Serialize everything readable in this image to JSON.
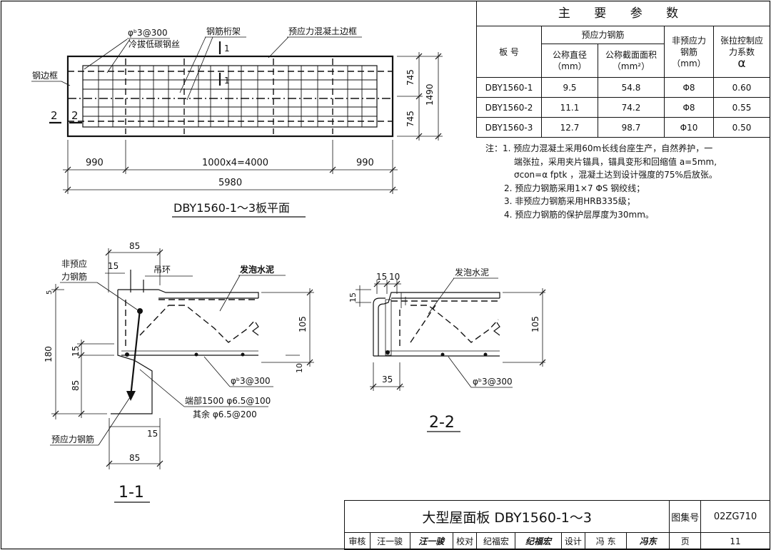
{
  "plan": {
    "title": "DBY1560-1～3板平面",
    "labels": {
      "wire_spacing": "φᵇ3@300",
      "cold_wire": "冷拔低碳钢丝",
      "truss": "钢筋桁架",
      "edge_frame": "预应力混凝土边框",
      "steel_frame": "钢边框",
      "sec1": "1",
      "sec2": "2"
    },
    "dims": {
      "left": "990",
      "middle": "1000x4=4000",
      "right": "990",
      "total": "5980",
      "half_top": "745",
      "half_bottom": "745",
      "width": "1490"
    }
  },
  "section1": {
    "title": "1-1",
    "labels": {
      "non_prestressed": "非预应力钢筋",
      "hanging_ring": "吊环",
      "foam_cement": "发泡水泥",
      "wire_spacing": "φᵇ3@300",
      "stirrup_end": "端部1500 φ6.5@100",
      "stirrup_rest": "其余 φ6.5@200",
      "prestressed": "预应力钢筋"
    },
    "dims": {
      "top_width": "85",
      "top_15": "15",
      "top_5": "5",
      "height_180": "180",
      "d15": "15",
      "d85": "85",
      "h105": "105",
      "d10": "10",
      "bottom_15": "15",
      "bottom_85": "85"
    }
  },
  "section2": {
    "title": "2-2",
    "labels": {
      "foam_cement": "发泡水泥",
      "wire_spacing": "φᵇ3@300"
    },
    "dims": {
      "d15a": "15",
      "d10": "10",
      "d15": "15",
      "h105": "105",
      "d35": "35"
    }
  },
  "table": {
    "title": "主 要 参 数",
    "col_board": "板 号",
    "col_prestressed": "预应力钢筋",
    "col_diameter": "公称直径",
    "col_diameter_unit": "（mm）",
    "col_area": "公称截面面积",
    "col_area_unit": "（mm²）",
    "col_non_pre": "非预应力钢筋",
    "col_non_pre_unit": "（mm）",
    "col_coef": "张拉控制应力系数",
    "col_coef_sym": "α",
    "rows": [
      {
        "board": "DBY1560-1",
        "diameter": "9.5",
        "area": "54.8",
        "non_pre": "Φ8",
        "alpha": "0.60"
      },
      {
        "board": "DBY1560-2",
        "diameter": "11.1",
        "area": "74.2",
        "non_pre": "Φ8",
        "alpha": "0.55"
      },
      {
        "board": "DBY1560-3",
        "diameter": "12.7",
        "area": "98.7",
        "non_pre": "Φ10",
        "alpha": "0.50"
      }
    ]
  },
  "notes": {
    "label": "注：",
    "n1a": "1. 预应力混凝土采用60m长线台座生产，自然养护，一",
    "n1b": "端张拉，采用夹片锚具，锚具变形和回缩值 a=5mm,",
    "n1c": "σcon=α fptk ，混凝土达到设计强度的75%后放张。",
    "n2": "2. 预应力钢筋采用1×7 ΦS 钢绞线；",
    "n3": "3. 非预应力钢筋采用HRB335级；",
    "n4": "4. 预应力钢筋的保护层厚度为30mm。"
  },
  "title_block": {
    "title": "大型屋面板 DBY1560-1～3",
    "atlas_label": "图集号",
    "atlas_no": "02ZG710",
    "review_label": "审核",
    "reviewer": "汪一骏",
    "reviewer_sig": "汪一骏",
    "check_label": "校对",
    "checker": "纪福宏",
    "checker_sig": "纪福宏",
    "design_label": "设计",
    "designer": "冯 东",
    "designer_sig": "冯东",
    "page_label": "页",
    "page_no": "11"
  }
}
